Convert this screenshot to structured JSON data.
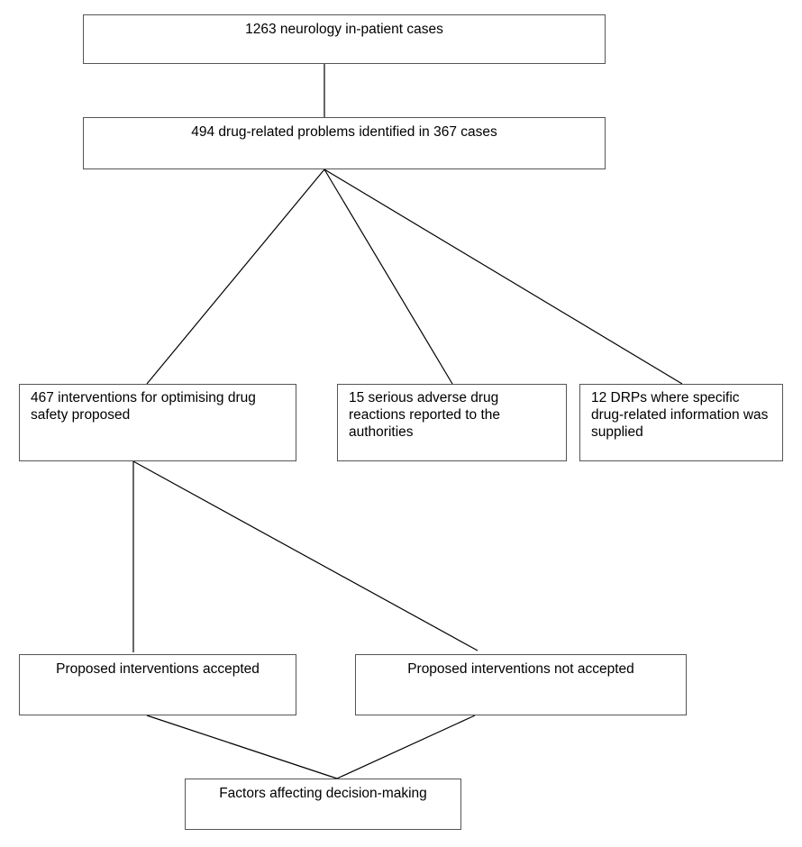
{
  "flowchart": {
    "total_cases": "1263 neurology in-patient cases",
    "drps_identified": "494 drug-related problems identified in 367 cases",
    "interventions_proposed": "467 interventions for optimising drug\nsafety proposed",
    "adverse_reactions": "15 serious adverse drug\nreactions reported to the\nauthorities",
    "information_supplied": "12 DRPs where specific\ndrug-related information was\nsupplied",
    "accepted": "Proposed interventions accepted",
    "not_accepted": "Proposed interventions not accepted",
    "factors": "Factors affecting decision-making"
  }
}
